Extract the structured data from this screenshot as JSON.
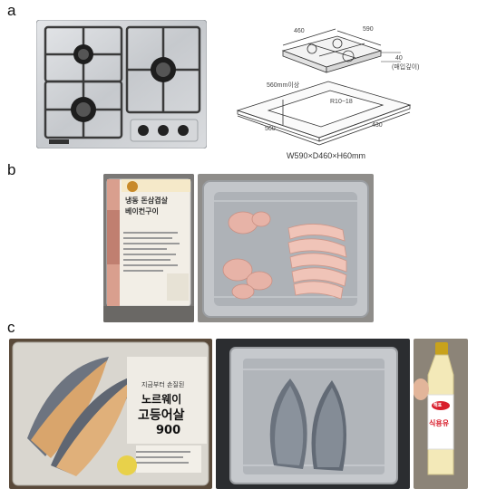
{
  "panel_labels": {
    "a": "a",
    "b": "b",
    "c": "c"
  },
  "panel_a": {
    "drawing": {
      "width": "590",
      "depth": "460",
      "depth_cut": "560mm이상",
      "radius": "R10~18",
      "cut_width": "560",
      "cut_depth": "430",
      "height": "40",
      "height_note": "(매입깊이)",
      "dimensions": "W590×D460×H60mm"
    }
  },
  "panel_b": {
    "package_label": {
      "title_line1": "냉동 돈삼겹살",
      "title_line2": "베이컨구이"
    }
  },
  "panel_c": {
    "fish_package": {
      "subtitle": "지금부터 손질된",
      "title_line1": "노르웨이",
      "title_line2": "고등어살",
      "weight": "900"
    },
    "oil_bottle": {
      "brand": "해표",
      "label": "식용유"
    }
  },
  "colors": {
    "steel": "#c9ccd0",
    "tray": "#b8bcc2",
    "pork": "#e9b9ad",
    "mackerel": "#6c7480",
    "oil_cap": "#c8a21c",
    "oil_label": "#d81e2c"
  }
}
